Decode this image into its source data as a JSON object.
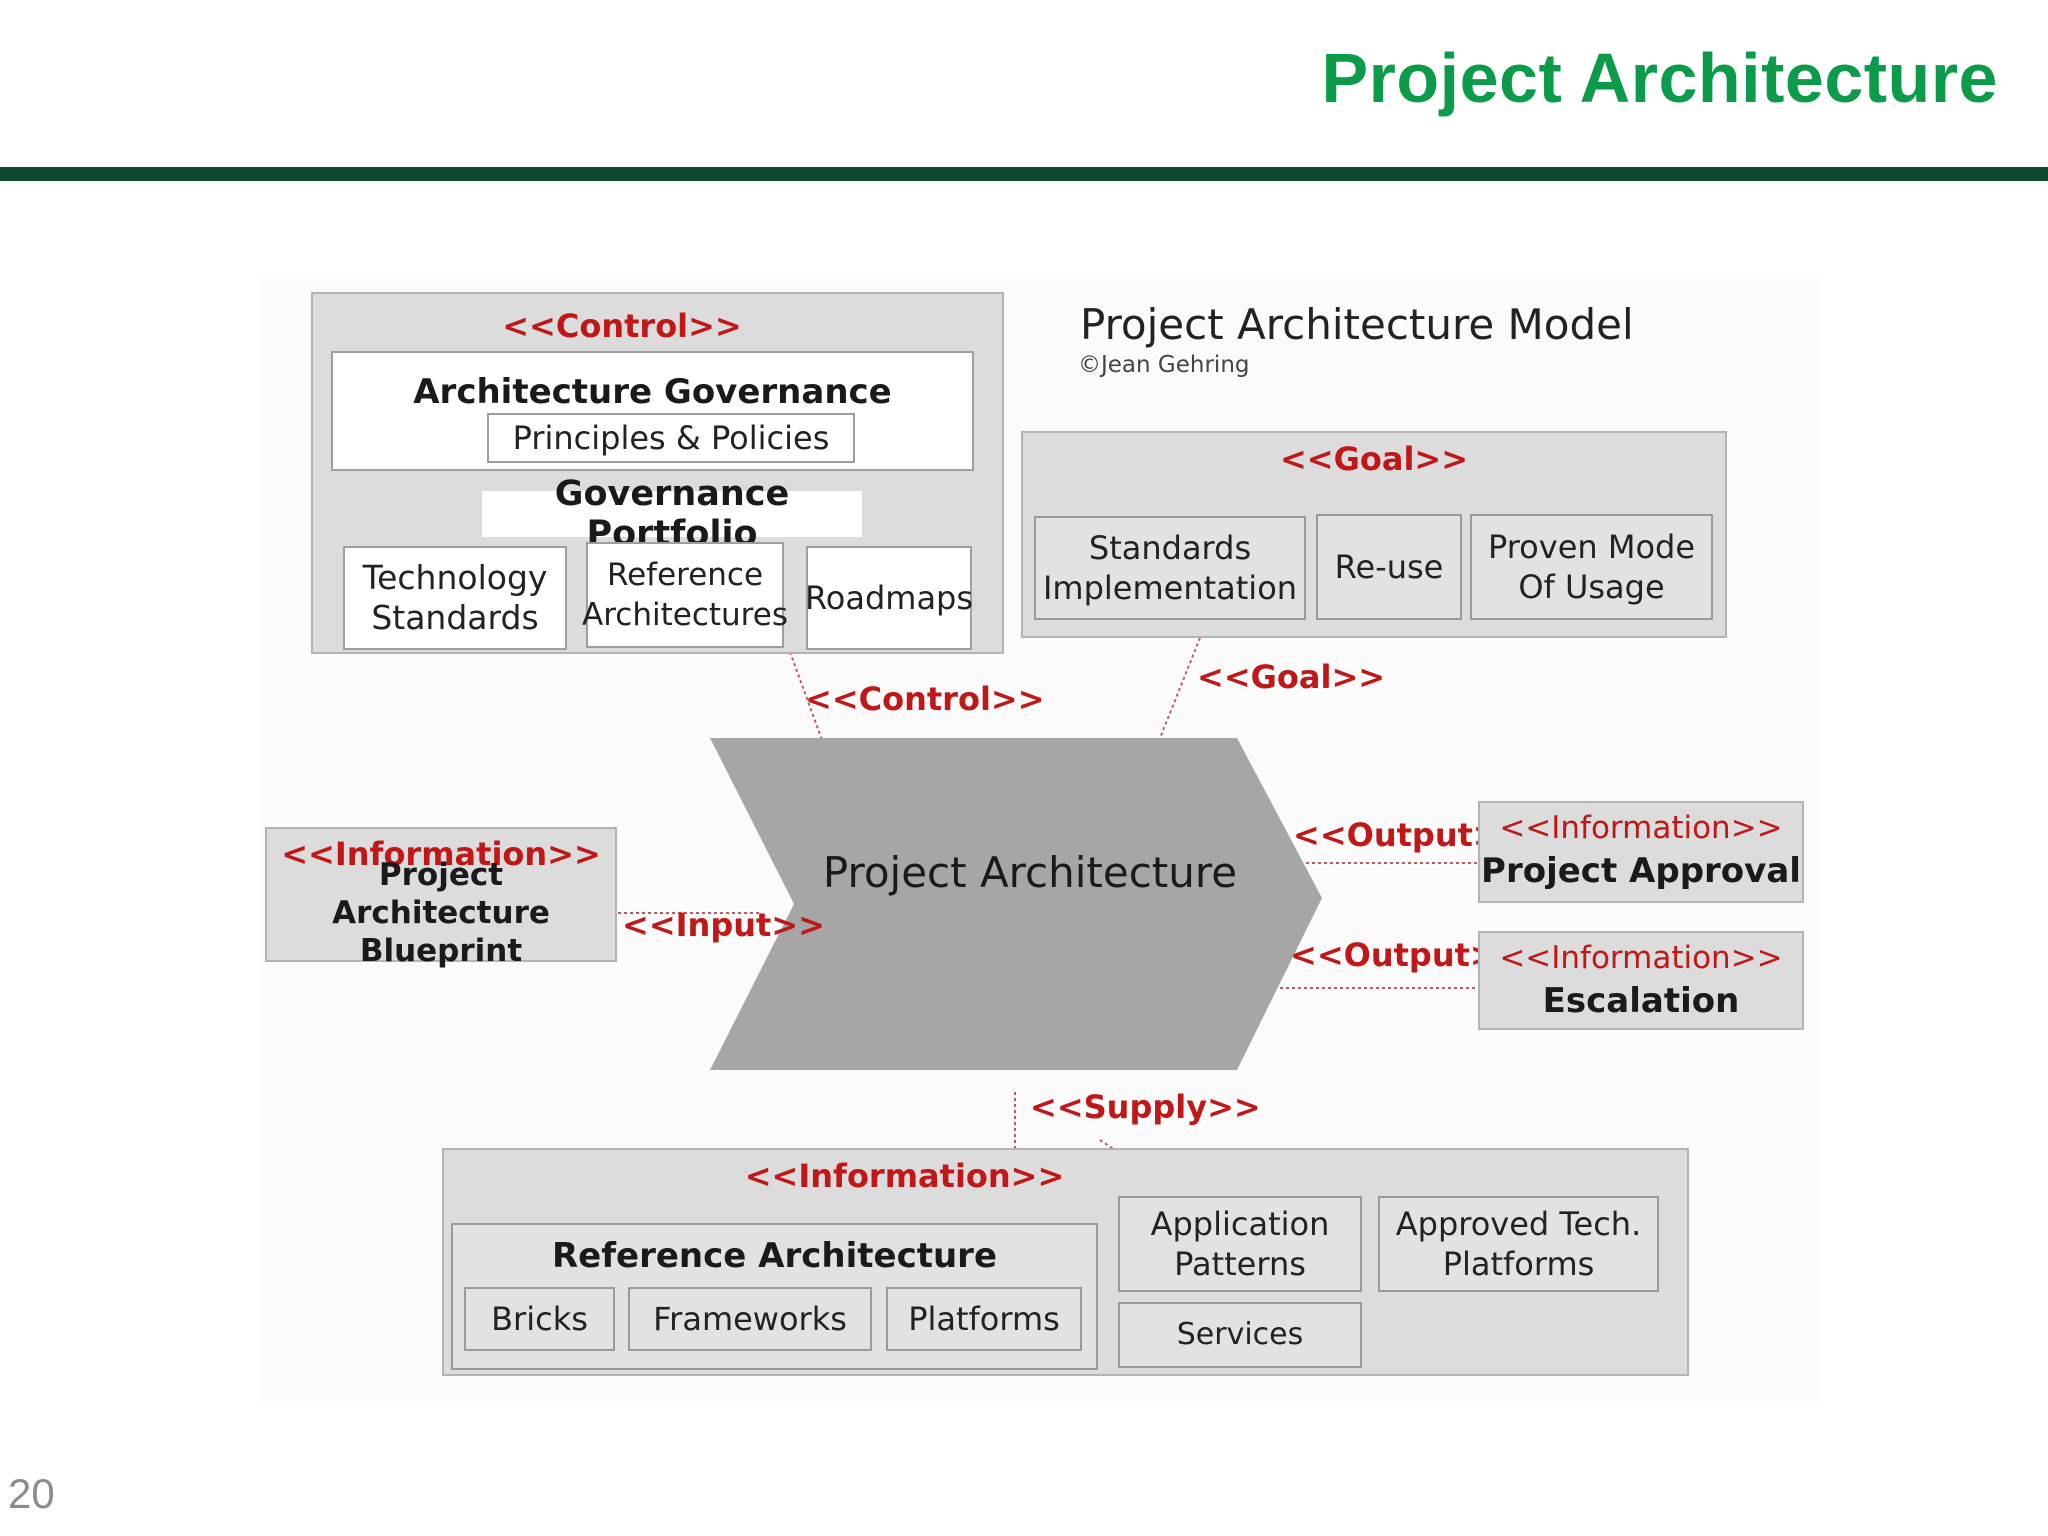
{
  "slide": {
    "title": "Project Architecture",
    "page_number": "20"
  },
  "model": {
    "title": "Project Architecture Model",
    "credit": "©Jean Gehring"
  },
  "control_panel": {
    "stereotype": "<<Control>>",
    "governance": "Architecture Governance",
    "principles": "Principles & Policies",
    "portfolio": "Governance Portfolio",
    "items": [
      "Technology Standards",
      "Reference Architectures",
      "Roadmaps"
    ]
  },
  "goal_panel": {
    "stereotype": "<<Goal>>",
    "items": [
      "Standards Implementation",
      "Re-use",
      "Proven Mode Of Usage"
    ]
  },
  "center": {
    "label": "Project Architecture"
  },
  "connectors": {
    "control": "<<Control>>",
    "goal": "<<Goal>>",
    "input": "<<Input>>",
    "output_1": "<<Output>>",
    "output_2": "<<Output>>",
    "supply": "<<Supply>>"
  },
  "blueprint": {
    "stereotype": "<<Information>>",
    "name": "Project Architecture Blueprint"
  },
  "approval": {
    "stereotype": "<<Information>>",
    "name": "Project Approval"
  },
  "escalation": {
    "stereotype": "<<Information>>",
    "name": "Escalation"
  },
  "info_panel": {
    "stereotype": "<<Information>>",
    "ref_arch": "Reference Architecture",
    "ref_items": [
      "Bricks",
      "Frameworks",
      "Platforms"
    ],
    "app_patterns": "Application Patterns",
    "approved_tech": "Approved Tech. Platforms",
    "services": "Services"
  },
  "colors": {
    "title_green": "#0c9a4b",
    "rule": "#0e4a2e",
    "stereotype_red": "#c01818",
    "arrow_fill": "#a6a6a6"
  }
}
